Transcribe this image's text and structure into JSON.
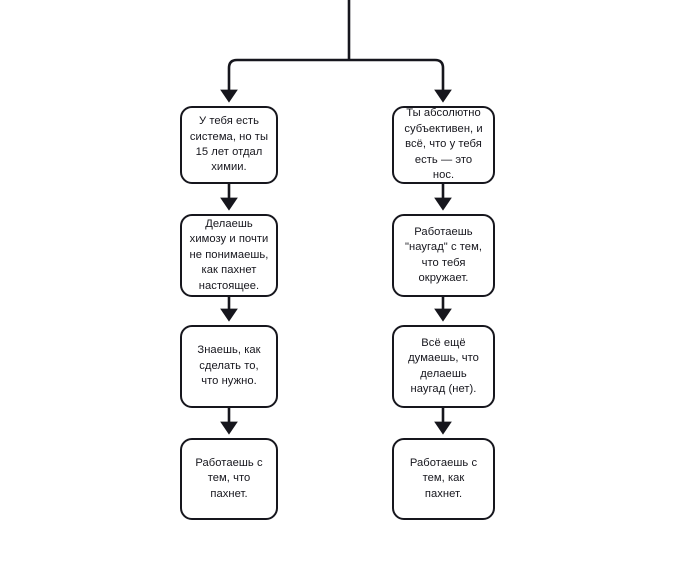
{
  "diagram": {
    "type": "flowchart",
    "orientation": "top-down-two-branches",
    "background_color": "#ffffff",
    "stroke_color": "#16161d",
    "text_color": "#16161d",
    "branches": [
      {
        "id": "left-branch",
        "name": "systematic-path",
        "nodes": [
          {
            "id": "left-1",
            "text": "У тебя есть\nсистема, но ты\n15 лет отдал\nхимии."
          },
          {
            "id": "left-2",
            "text": "Делаешь\nхимозу и почти\nне понимаешь,\nкак пахнет\nнастоящее."
          },
          {
            "id": "left-3",
            "text": "Знаешь, как\nсделать то,\nчто нужно."
          },
          {
            "id": "left-4",
            "text": "Работаешь с\nтем, что\nпахнет."
          }
        ]
      },
      {
        "id": "right-branch",
        "name": "subjective-path",
        "nodes": [
          {
            "id": "right-1",
            "text": "Ты абсолютно\nсубъективен, и\nвсё, что у тебя\nесть — это\nнос."
          },
          {
            "id": "right-2",
            "text": "Работаешь\n\"наугад\" с тем,\nчто тебя\nокружает."
          },
          {
            "id": "right-3",
            "text": "Всё ещё\nдумаешь, что\nделаешь\nнаугад (нет)."
          },
          {
            "id": "right-4",
            "text": "Работаешь с\nтем, как\nпахнет."
          }
        ]
      }
    ]
  }
}
